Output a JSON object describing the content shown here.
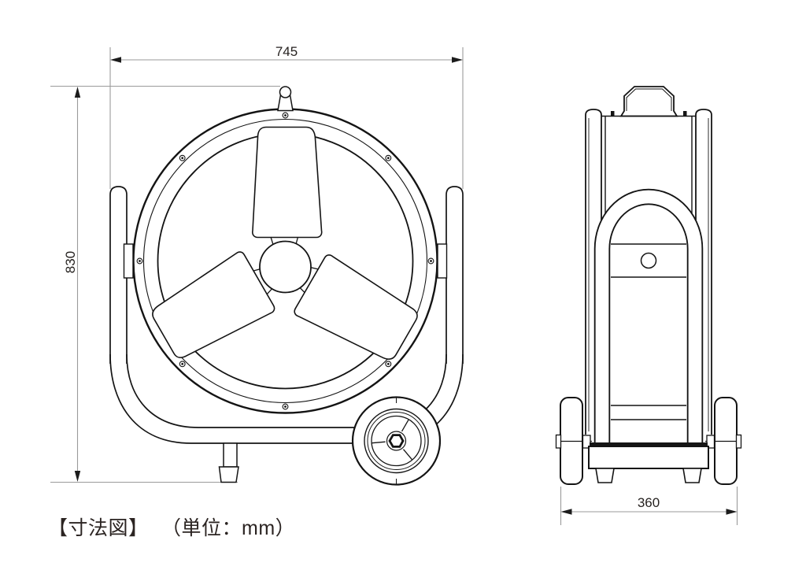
{
  "caption": {
    "title": "【寸法図】",
    "unit": "（単位：mm）"
  },
  "dimensions": {
    "width": {
      "value": "745"
    },
    "height": {
      "value": "830"
    },
    "depth": {
      "value": "360"
    }
  },
  "colors": {
    "background": "#ffffff",
    "outline": "#141414",
    "dimension_line": "#9a9a9a",
    "arrow": "#1c1c1c",
    "text": "#262220",
    "caption_text": "#2b2422"
  }
}
